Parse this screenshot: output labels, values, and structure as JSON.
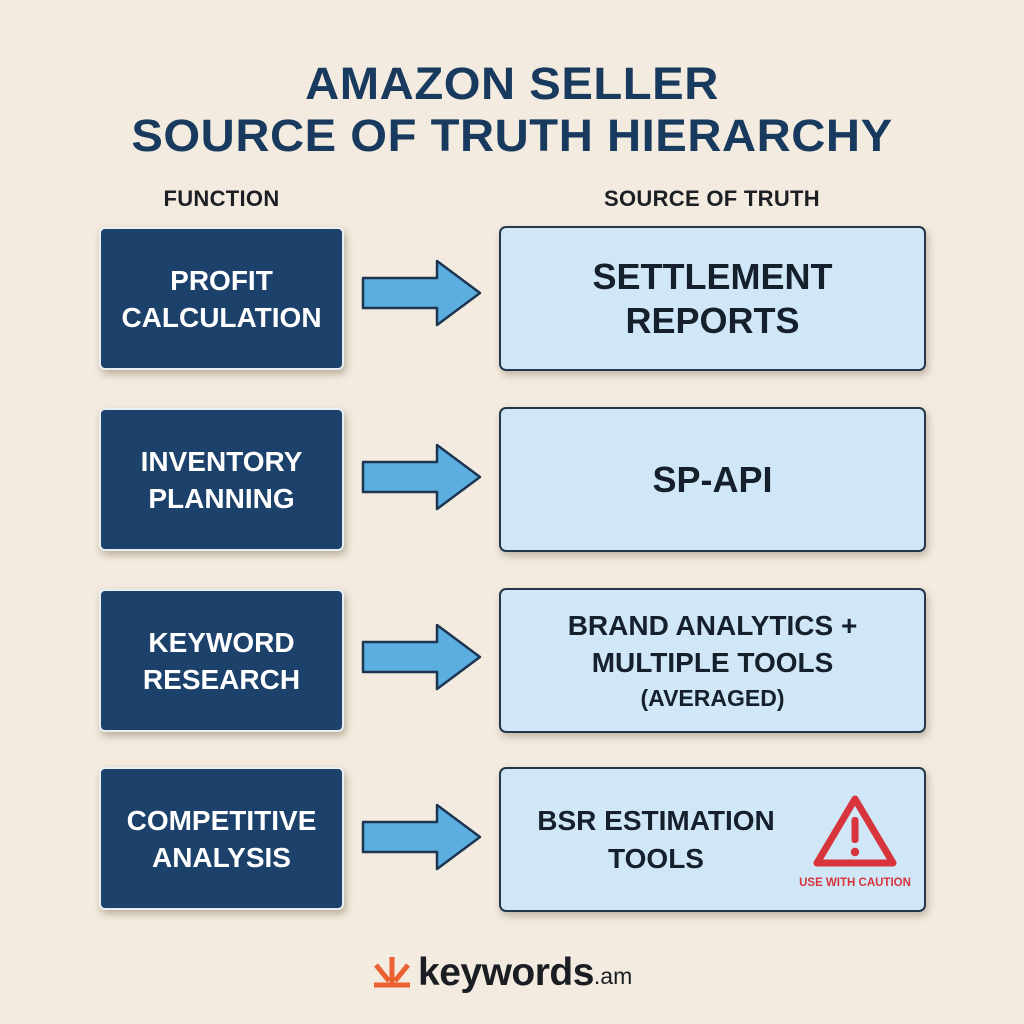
{
  "title": {
    "line1": "AMAZON SELLER",
    "line2": "SOURCE OF TRUTH HIERARCHY"
  },
  "columns": {
    "left_header": "FUNCTION",
    "right_header": "SOURCE OF TRUTH"
  },
  "rows": [
    {
      "function": [
        "PROFIT",
        "CALCULATION"
      ],
      "source": [
        "SETTLEMENT",
        "REPORTS"
      ]
    },
    {
      "function": [
        "INVENTORY",
        "PLANNING"
      ],
      "source": [
        "SP-API"
      ]
    },
    {
      "function": [
        "KEYWORD",
        "RESEARCH"
      ],
      "source": [
        "BRAND ANALYTICS +",
        "MULTIPLE TOOLS",
        "(AVERAGED)"
      ]
    },
    {
      "function": [
        "COMPETITIVE",
        "ANALYSIS"
      ],
      "source": [
        "BSR ESTIMATION",
        "TOOLS"
      ],
      "warning": {
        "icon": "warning-triangle-icon",
        "label": "USE WITH CAUTION"
      }
    }
  ],
  "footer": {
    "logo_icon": "keywords-burst-icon",
    "brand": "keywords",
    "tld": ".am"
  },
  "colors": {
    "background": "#f3ebdf",
    "title": "#173a5e",
    "function_box": "#1c416a",
    "source_box": "#cfe7f6",
    "arrow": "#5aaee0",
    "warning": "#d8343c",
    "logo_accent": "#ec6132"
  }
}
